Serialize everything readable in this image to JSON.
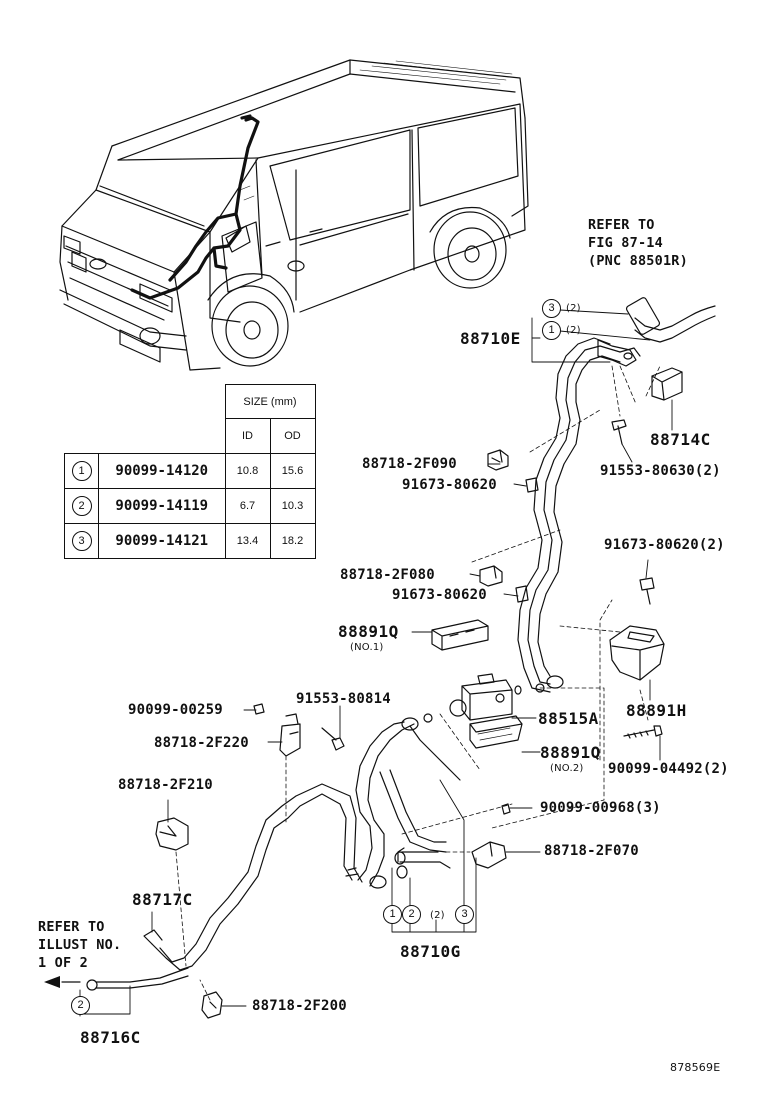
{
  "figure_id": "878569E",
  "size_table": {
    "header": "SIZE (mm)",
    "col_id": "ID",
    "col_od": "OD",
    "rows": [
      {
        "mark": "1",
        "part": "90099-14120",
        "id": "10.8",
        "od": "15.6"
      },
      {
        "mark": "2",
        "part": "90099-14119",
        "id": "6.7",
        "od": "10.3"
      },
      {
        "mark": "3",
        "part": "90099-14121",
        "id": "13.4",
        "od": "18.2"
      }
    ]
  },
  "refer_fig": "REFER TO\nFIG 87-14\n(PNC 88501R)",
  "refer_illust": "REFER TO\nILLUST NO.\n1 OF 2",
  "marks": {
    "m1": "1",
    "m2": "2",
    "m3": "3",
    "qty2": "(2)"
  },
  "labels": {
    "p88710E": "88710E",
    "p88714C": "88714C",
    "p91553_80630": "91553-80630(2)",
    "p88718_2F090": "88718-2F090",
    "p91673_80620_a": "91673-80620",
    "p91673_80620_2": "91673-80620(2)",
    "p88718_2F080": "88718-2F080",
    "p91673_80620_b": "91673-80620",
    "p88891Q_1": "88891Q",
    "no1": "(NO.1)",
    "p88891H": "88891H",
    "p90099_00259": "90099-00259",
    "p91553_80814": "91553-80814",
    "p88515A": "88515A",
    "p88718_2F220": "88718-2F220",
    "p88891Q_2": "88891Q",
    "no2": "(NO.2)",
    "p90099_04492": "90099-04492(2)",
    "p88718_2F210": "88718-2F210",
    "p90099_00968": "90099-00968(3)",
    "p88718_2F070": "88718-2F070",
    "p88717C": "88717C",
    "p88710G": "88710G",
    "p88718_2F200": "88718-2F200",
    "p88716C": "88716C"
  }
}
